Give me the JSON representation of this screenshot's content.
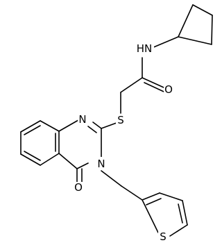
{
  "molecule": {
    "atoms": {
      "amide_n": "HN",
      "amide_o": "O",
      "thioether_s": "S",
      "ring_n1": "N",
      "ring_n3": "N",
      "keto_o": "O",
      "thiophene_s": "S"
    },
    "colors": {
      "bond": "#000000",
      "label": "#000000",
      "background": "#ffffff"
    }
  }
}
